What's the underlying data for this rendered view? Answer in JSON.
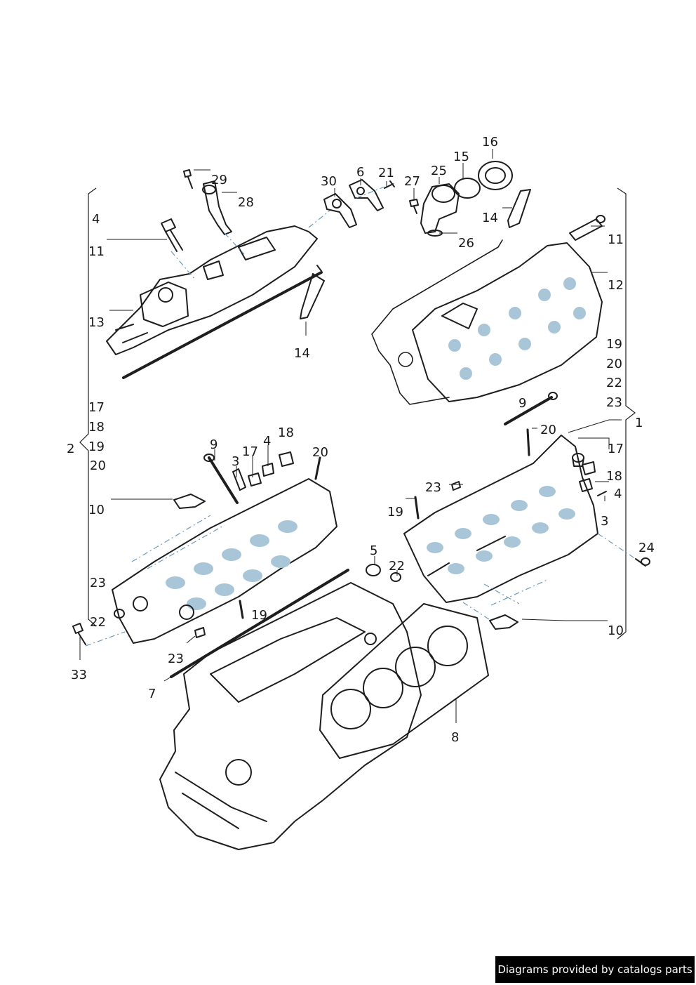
{
  "credit": "Diagrams provided by catalogs parts",
  "callouts": {
    "c29": "29",
    "c28": "28",
    "c4a": "4",
    "c11a": "11",
    "c13": "13",
    "c14a": "14",
    "c30": "30",
    "c6": "6",
    "c21": "21",
    "c27": "27",
    "c25": "25",
    "c15": "15",
    "c16": "16",
    "c14b": "14",
    "c26": "26",
    "c11b": "11",
    "c12": "12",
    "c19a": "19",
    "c20a": "20",
    "c22a": "22",
    "c23a": "23",
    "c1": "1",
    "c9b": "9",
    "c20b": "20",
    "c17b": "17",
    "c18b": "18",
    "c4b": "4",
    "c3b": "3",
    "c23b": "23",
    "c19b": "19",
    "c24": "24",
    "c10b": "10",
    "c2": "2",
    "c17a": "17",
    "c18a": "18",
    "c19c": "19",
    "c20c": "20",
    "c9a": "9",
    "c3a": "3",
    "c17c": "17",
    "c4c": "4",
    "c18c": "18",
    "c20d": "20",
    "c10a": "10",
    "c23c": "23",
    "c22b": "22",
    "c33": "33",
    "c23d": "23",
    "c19d": "19",
    "c7": "7",
    "c5": "5",
    "c22c": "22",
    "c8": "8"
  }
}
